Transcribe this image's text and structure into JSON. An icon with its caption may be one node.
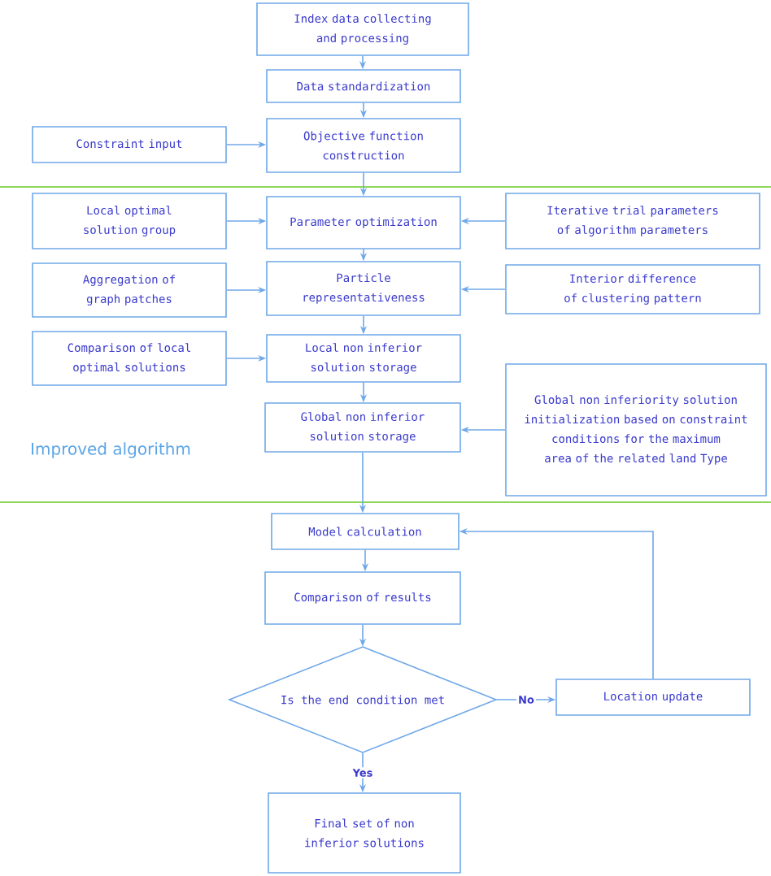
{
  "diagram": {
    "nodes": [
      {
        "text": [
          "Index data collecting and processing"
        ]
      },
      {
        "text": [
          "Data standardization"
        ]
      },
      {
        "text": [
          "Objective function construction"
        ]
      },
      {
        "text": [
          "Constraint input"
        ]
      },
      {
        "text": [
          "Local optimal solution group"
        ]
      },
      {
        "text": [
          "Parameter optimization"
        ]
      },
      {
        "text": [
          "Iterative trial parameters of algorithm parameters"
        ]
      },
      {
        "text": [
          "Aggregation of graph patches"
        ]
      },
      {
        "text": [
          "Particle representativeness"
        ]
      },
      {
        "text": [
          "Interior difference of clustering pattern"
        ]
      },
      {
        "text": [
          "Comparison of local optimal solutions"
        ]
      },
      {
        "text": [
          "Local non inferior solution storage"
        ]
      },
      {
        "text": [
          "Global non inferior solution storage"
        ]
      },
      {
        "text": [
          "Global non inferiority solution initialization based on constraint conditions for the maximum area of the related land Type"
        ]
      },
      {
        "text": [
          "Model calculation"
        ]
      },
      {
        "text": [
          "Comparison of results"
        ]
      },
      {
        "text": [
          "Is the end condition met"
        ]
      },
      {
        "text": [
          "Location update"
        ]
      },
      {
        "text": [
          "Final set of non inferior solutions"
        ]
      }
    ],
    "edges": [
      {
        "from": 0,
        "to": 1,
        "arrow": "to"
      },
      {
        "from": 1,
        "to": 2,
        "arrow": "to"
      },
      {
        "from": 3,
        "to": 2,
        "arrow": "to"
      },
      {
        "from": 2,
        "to": 5,
        "arrow": "to"
      },
      {
        "from": 4,
        "to": 5,
        "arrow": "to"
      },
      {
        "from": 6,
        "to": 5,
        "arrow": "to"
      },
      {
        "from": 5,
        "to": 8,
        "arrow": "to"
      },
      {
        "from": 7,
        "to": 8,
        "arrow": "to"
      },
      {
        "from": 9,
        "to": 8,
        "arrow": "to"
      },
      {
        "from": 8,
        "to": 11,
        "arrow": "to"
      },
      {
        "from": 10,
        "to": 11,
        "arrow": "to"
      },
      {
        "from": 11,
        "to": 12,
        "arrow": "to"
      },
      {
        "from": 13,
        "to": 12,
        "arrow": "to"
      },
      {
        "from": 12,
        "to": 14,
        "arrow": "to"
      },
      {
        "from": 14,
        "to": 15,
        "arrow": "to"
      },
      {
        "from": 15,
        "to": 16,
        "arrow": "to"
      },
      {
        "from": 16,
        "to": 17,
        "arrow": "to",
        "label": "No"
      },
      {
        "from": 17,
        "to": 14,
        "arrow": "to"
      },
      {
        "from": 16,
        "to": 18,
        "arrow": "to",
        "label": "Yes"
      }
    ],
    "labels": [
      "Improved algorithm"
    ]
  }
}
